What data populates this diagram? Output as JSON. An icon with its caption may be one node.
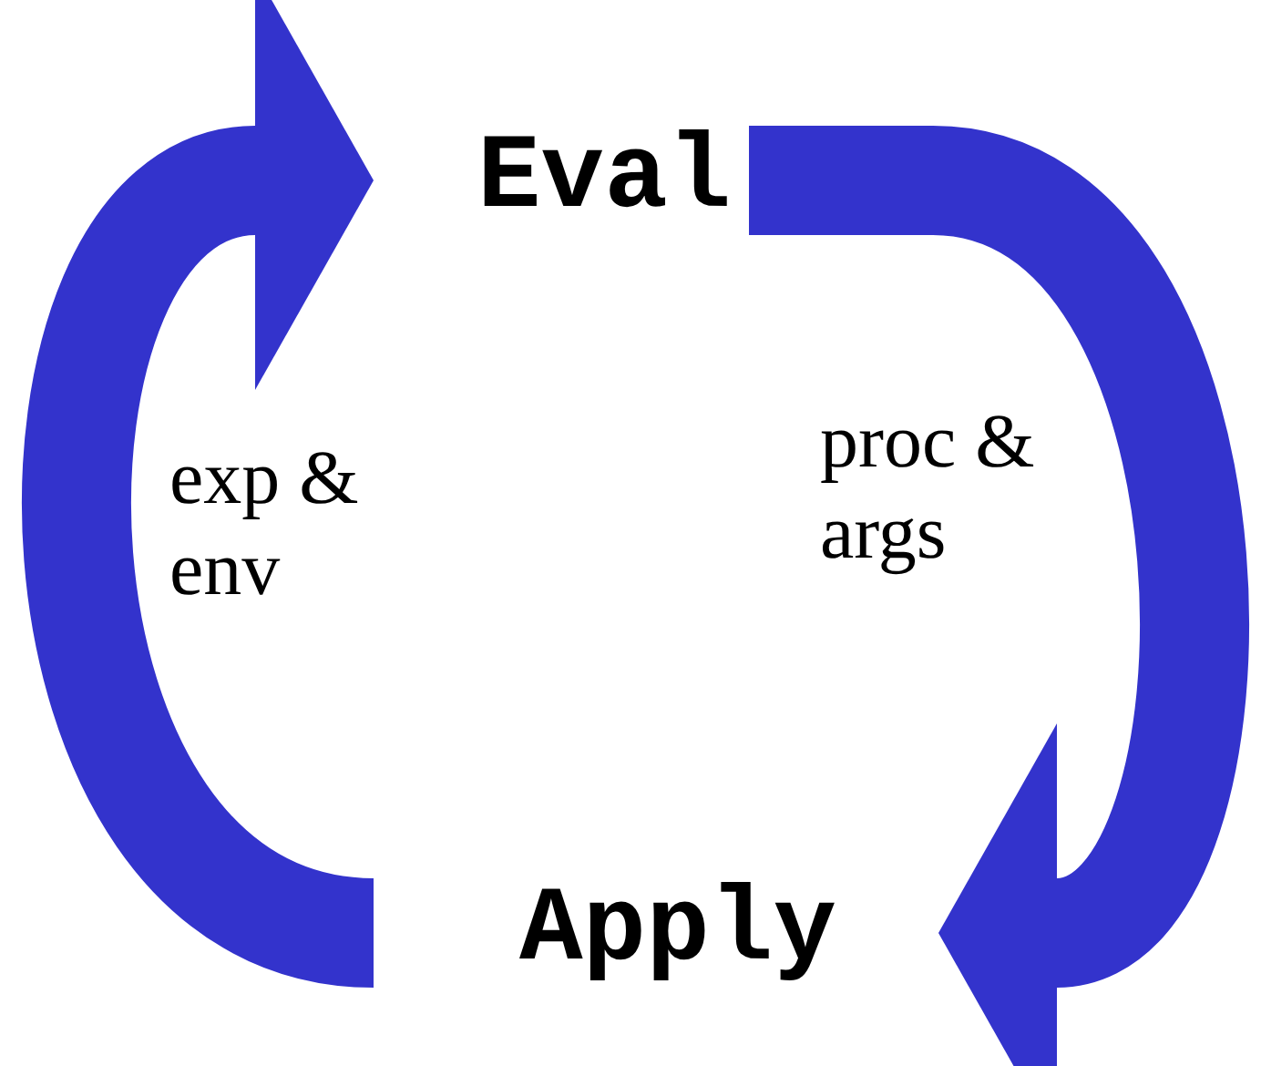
{
  "diagram": {
    "nodes": [
      {
        "text": [
          "Eval"
        ]
      },
      {
        "text": [
          "Apply"
        ]
      }
    ],
    "edges": [
      {
        "from": 1,
        "to": 0,
        "arrow": "to",
        "label": "exp & env"
      },
      {
        "from": 0,
        "to": 1,
        "arrow": "to",
        "label": "proc & args"
      }
    ]
  }
}
